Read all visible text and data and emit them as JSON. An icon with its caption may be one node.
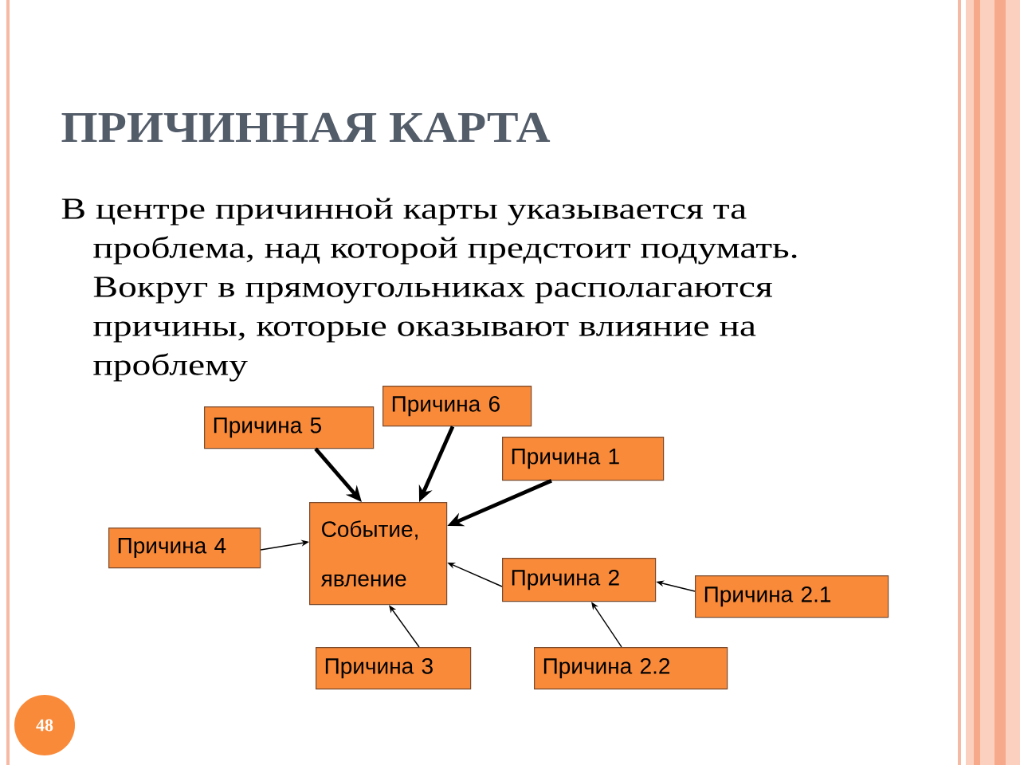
{
  "diagram": {
    "title": "ПРИЧИННАЯ КАРТА",
    "nodes": [
      {
        "text": [
          "Причина 6"
        ]
      },
      {
        "text": [
          "Причина 5"
        ]
      },
      {
        "text": [
          "Причина 1"
        ]
      },
      {
        "text": [
          "Событие, явление"
        ]
      },
      {
        "text": [
          "Причина 4"
        ]
      },
      {
        "text": [
          "Причина 2"
        ]
      },
      {
        "text": [
          "Причина 2.1"
        ]
      },
      {
        "text": [
          "Причина 3"
        ]
      },
      {
        "text": [
          "Причина 2.2"
        ]
      }
    ],
    "edges": [
      {
        "from": 0,
        "to": 3,
        "arrow": "to",
        "style": "thick"
      },
      {
        "from": 1,
        "to": 3,
        "arrow": "to",
        "style": "thick"
      },
      {
        "from": 2,
        "to": 3,
        "arrow": "to",
        "style": "thick"
      },
      {
        "from": 4,
        "to": 3,
        "arrow": "to"
      },
      {
        "from": 5,
        "to": 3,
        "arrow": "to"
      },
      {
        "from": 6,
        "to": 5,
        "arrow": "to"
      },
      {
        "from": 7,
        "to": 3,
        "arrow": "to"
      },
      {
        "from": 8,
        "to": 5,
        "arrow": "to"
      }
    ],
    "labels": [
      "В центре причинной карты указывается та проблема, над которой предстоит подумать. Вокруг в прямоугольниках располагаются причины, которые оказывают влияние на проблему",
      "48"
    ]
  }
}
